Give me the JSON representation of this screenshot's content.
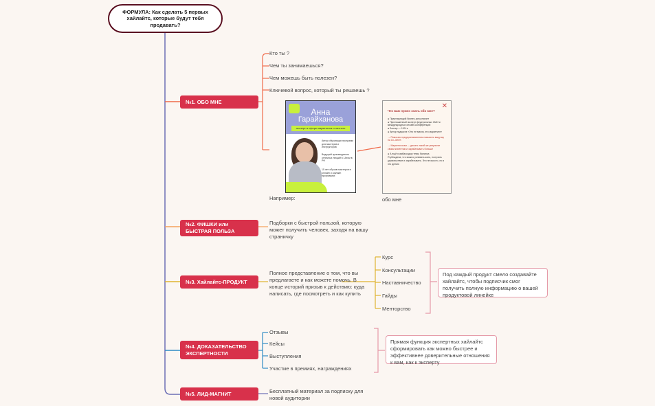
{
  "root": "ФОРМУЛА: Как сделать 5 первых хайлайтс,  которые будут тебя продавать?",
  "n1": {
    "num": "№1.",
    "label": "ОБО МНЕ",
    "items": [
      "Кто ты ?",
      "Чем ты занимаешься?",
      "Чем можешь быть полезен?",
      "Ключевой вопрос, который ты решаешь ?"
    ],
    "example": "Например:",
    "photo_name1": "Анна",
    "photo_name2": "Гарайханова",
    "photo_sub": "эксперт в сфере маркетинга и личного бренда",
    "photo_bullets": [
      "Автор обучающих программ для мастеров и инструкторов",
      "Ведущий производитель отличных лекций в 1Атом в РФ",
      "15 лет обучаю мастеров в онлайн и офлайн программах"
    ],
    "doc_title": "Что вам нужно знать обо мне?",
    "doc_lines": [
      "● Практикующий бизнес-консультант",
      "● Приглашенный эксперт федеральных СМИ и международных онлайн-конференций",
      "● Блогер — 100+к",
      "● Автор подкаста «Это не магия, это маркетинг»",
      "→ Помогаю предпринимателям повысить выручку на 10–300%",
      "→ Маркетологам — делать такой же результат своим клиентам и зарабатывать больше",
      "● А ещё я амбассадор темы баланса",
      "Я убеждена, что можно успевать жить, получать удовольствие и зарабатывать. Это не просто, но я это делаю"
    ],
    "doc_caption": "обо мне"
  },
  "n2": {
    "num": "№2.",
    "label": "ФИШКИ или БЫСТРАЯ ПОЛЬЗА",
    "text": "Подборки с быстрой пользой, которую может получить человек, заходя на вашу страничку"
  },
  "n3": {
    "num": "№3.",
    "label": "Хайлайтс-ПРОДУКТ",
    "text": "Полное представление о том, что вы предлагаете и как можете помочь. В конце историй призыв к действию: куда написать, где посмотреть и как купить",
    "items": [
      "Курс",
      "Консультации",
      "Наставничество",
      "Гайды",
      "Менторство"
    ],
    "note": "Под каждый продукт смело создавайте хайлайтс, чтобы подписчик смог получить полную информацию о вашей продуктовой линейке"
  },
  "n4": {
    "num": "№4.",
    "label": "ДОКАЗАТЕЛЬСТВО ЭКСПЕРТНОСТИ",
    "items": [
      "Отзывы",
      "Кейсы",
      "Выступления",
      "Участие в премиях, награждениях"
    ],
    "note": "Прямая функция экспертных хайлайтс сформировать как можно быстрее и эффективнее доверительные отношения к вам, как к эксперту"
  },
  "n5": {
    "num": "№5.",
    "label": "ЛИД-МАГНИТ",
    "text": "Бесплатный материал за подписку для новой аудитории"
  }
}
